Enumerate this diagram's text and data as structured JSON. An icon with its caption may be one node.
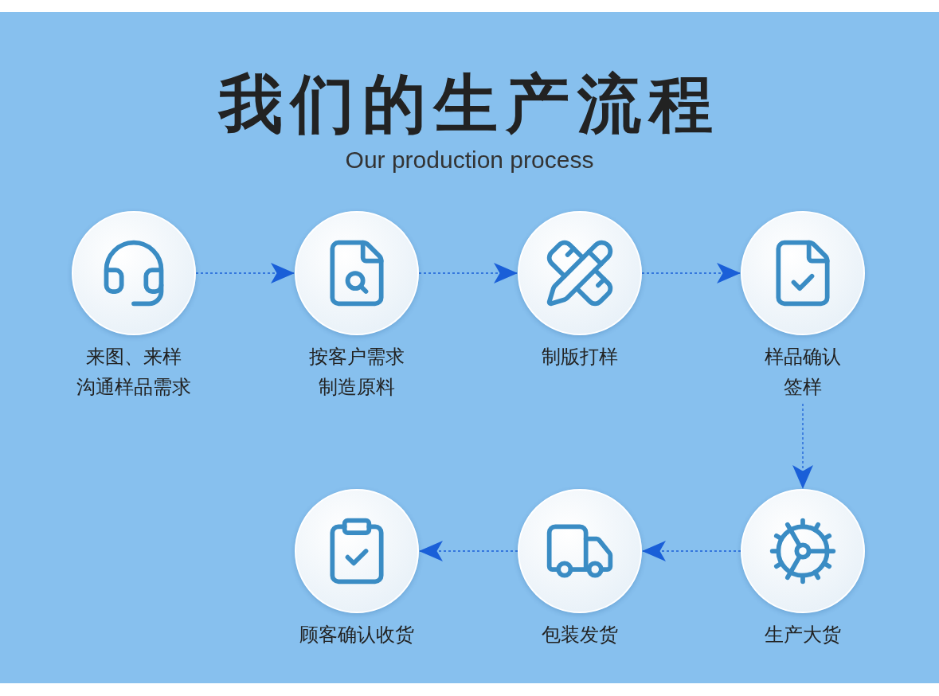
{
  "diagram": {
    "title": "我们的生产流程",
    "caption": "Our production process",
    "nodes": [
      {
        "text": [
          "来图、来样沟通样品需求"
        ]
      },
      {
        "text": [
          "按客户需求制造原料"
        ]
      },
      {
        "text": [
          "制版打样"
        ]
      },
      {
        "text": [
          "样品确认签样"
        ]
      },
      {
        "text": [
          "生产大货"
        ]
      },
      {
        "text": [
          "包装发货"
        ]
      },
      {
        "text": [
          "顾客确认收货"
        ]
      }
    ],
    "edges": [
      {
        "from": 0,
        "to": 1,
        "arrow": "to"
      },
      {
        "from": 1,
        "to": 2,
        "arrow": "to"
      },
      {
        "from": 2,
        "to": 3,
        "arrow": "to"
      },
      {
        "from": 3,
        "to": 4,
        "arrow": "to"
      },
      {
        "from": 4,
        "to": 5,
        "arrow": "to"
      },
      {
        "from": 5,
        "to": 6,
        "arrow": "to"
      }
    ]
  }
}
